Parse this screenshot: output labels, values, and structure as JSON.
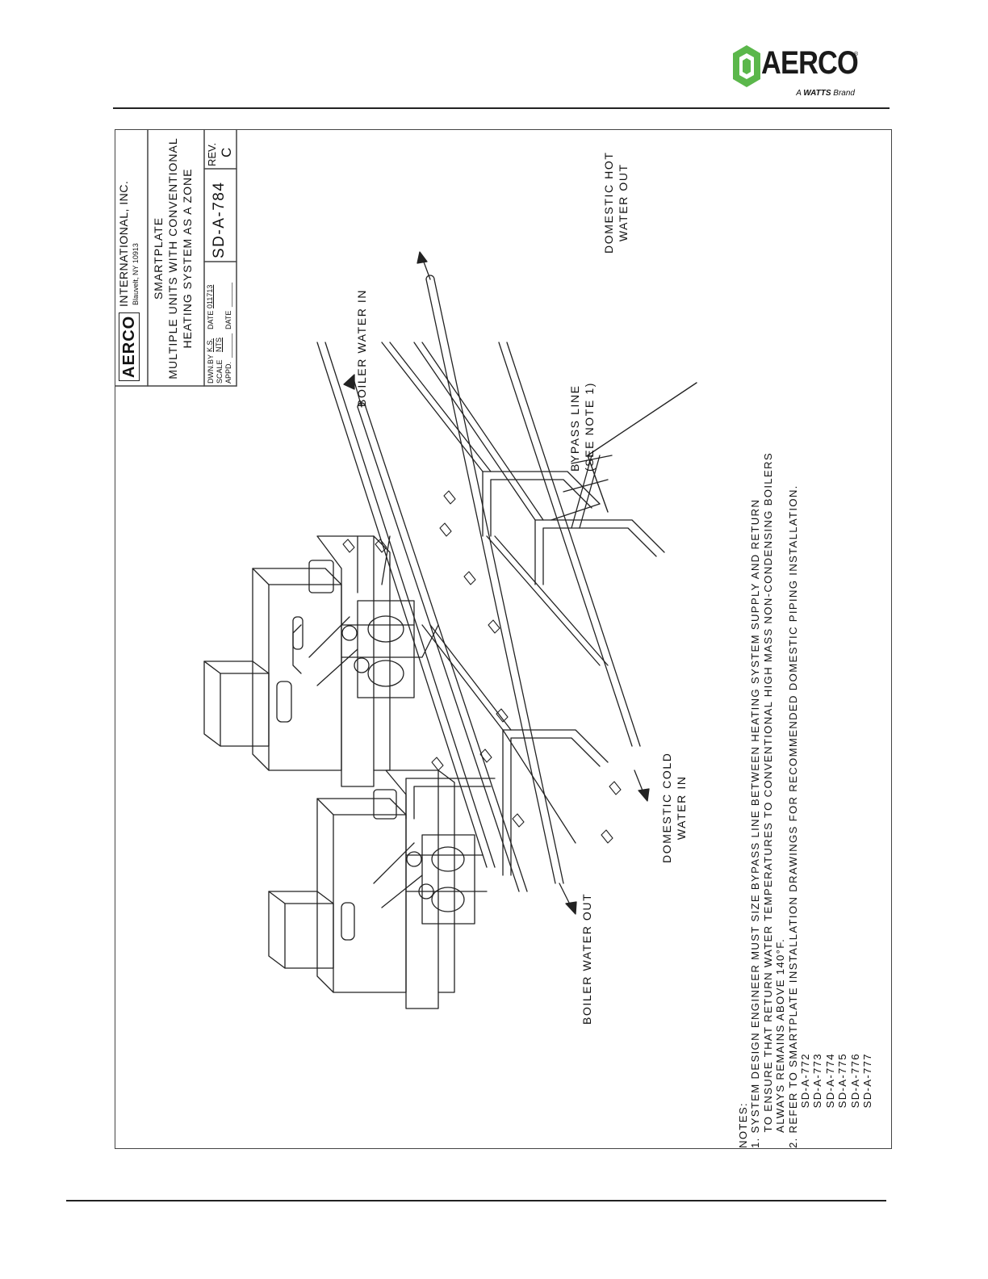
{
  "logo": {
    "word": "AERCO",
    "reg": "®",
    "tag_prefix": "A ",
    "tag_brand": "WATTS",
    "tag_suffix": " Brand"
  },
  "labels": {
    "dhw_out": [
      "DOMESTIC HOT",
      "WATER OUT"
    ],
    "boiler_in": "BOILER WATER IN",
    "bypass": [
      "BYPASS LINE",
      "(SEE NOTE 1)"
    ],
    "dcw_in": [
      "DOMESTIC COLD",
      "WATER IN"
    ],
    "boiler_out": "BOILER WATER OUT"
  },
  "notes": [
    "NOTES:",
    "1. SYSTEM DESIGN ENGINEER MUST SIZE BYPASS LINE BETWEEN HEATING SYSTEM SUPPLY AND RETURN",
    "    TO ENSURE THAT RETURN WATER TEMPERATURES TO CONVENTIONAL HIGH MASS NON-CONDENSING BOILERS",
    "    ALWAYS REMAINS ABOVE 140°F.",
    "2. REFER TO SMARTPLATE INSTALLATION DRAWINGS FOR RECOMMENDED DOMESTIC PIPING INSTALLATION.",
    "          SD-A-772",
    "          SD-A-773",
    "          SD-A-774",
    "          SD-A-775",
    "          SD-A-776",
    "          SD-A-777"
  ],
  "title_block": {
    "company": "INTERNATIONAL, INC.",
    "logo_small": "AERCO",
    "address": "Blauvelt, NY 10913",
    "title1": "SMARTPLATE",
    "title2": "MULTIPLE UNITS WITH CONVENTIONAL",
    "title3": "HEATING SYSTEM AS A ZONE",
    "dwn_by_label": "DWN.BY",
    "dwn_by": "K.S.",
    "date_label": "DATE",
    "date": "011713",
    "scale_label": "SCALE",
    "scale": "NTS",
    "appd_label": "APPD.",
    "appd_date_label": "DATE",
    "drawing_no": "SD-A-784",
    "rev_label": "REV.",
    "rev": "C"
  }
}
